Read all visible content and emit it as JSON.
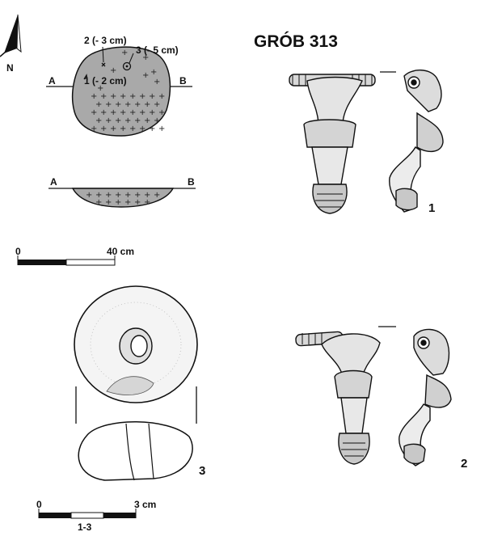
{
  "title": "GRÓB 313",
  "north_label": "N",
  "plan": {
    "label_a": "A",
    "label_b": "B",
    "finds": [
      {
        "label": "2 (- 3 cm)"
      },
      {
        "label": "3 (- 5 cm)"
      },
      {
        "label": "1 (- 2 cm)"
      }
    ]
  },
  "section": {
    "label_a": "A",
    "label_b": "B"
  },
  "scale_plan": {
    "start": "0",
    "end": "40 cm"
  },
  "scale_finds": {
    "start": "0",
    "end": "3 cm",
    "caption": "1-3"
  },
  "artifact_numbers": {
    "first": "1",
    "second": "2",
    "third": "3"
  }
}
